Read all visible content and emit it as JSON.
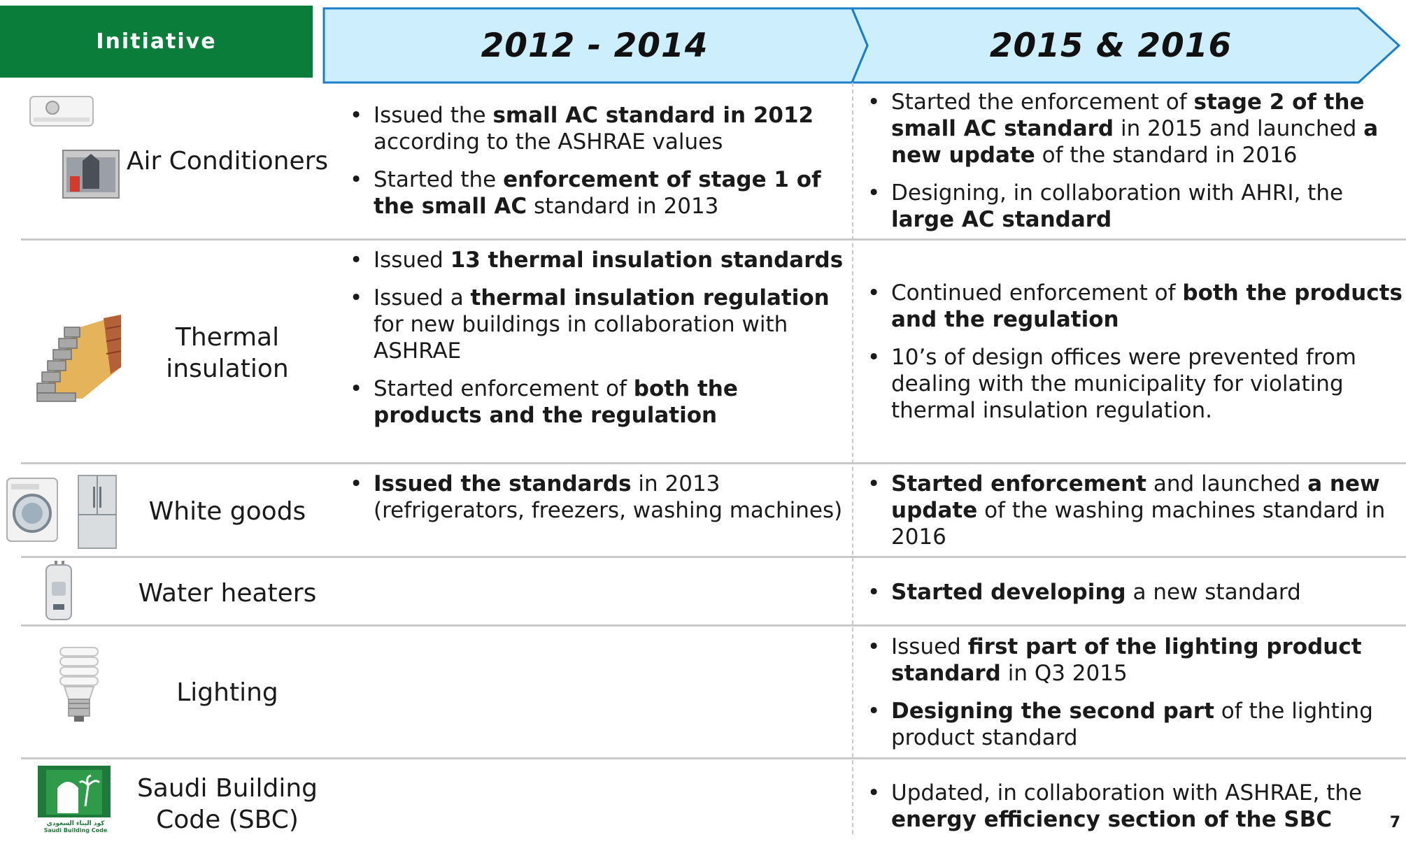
{
  "header": {
    "initiative": "Initiative",
    "period1": "2012 - 2014",
    "period2": "2015 & 2016"
  },
  "rows": [
    {
      "label": "Air Conditioners",
      "col1": [
        [
          {
            "t": "Issued the "
          },
          {
            "t": "small AC standard in 2012",
            "b": true
          },
          {
            "t": " according to the ASHRAE values"
          }
        ],
        [
          {
            "t": "Started the "
          },
          {
            "t": "enforcement of stage 1 of the small AC",
            "b": true
          },
          {
            "t": " standard in 2013"
          }
        ]
      ],
      "col2": [
        [
          {
            "t": "Started the enforcement of "
          },
          {
            "t": "stage 2 of the small AC standard",
            "b": true
          },
          {
            "t": " in 2015 and launched "
          },
          {
            "t": "a new update",
            "b": true
          },
          {
            "t": " of the standard in 2016"
          }
        ],
        [
          {
            "t": "Designing, in collaboration with AHRI, the "
          },
          {
            "t": "large AC standard",
            "b": true
          }
        ]
      ]
    },
    {
      "label": "Thermal insulation",
      "col1": [
        [
          {
            "t": "Issued "
          },
          {
            "t": "13 thermal insulation standards",
            "b": true
          }
        ],
        [
          {
            "t": "Issued a "
          },
          {
            "t": "thermal insulation regulation",
            "b": true
          },
          {
            "t": " for new buildings in collaboration with ASHRAE"
          }
        ],
        [
          {
            "t": "Started enforcement of "
          },
          {
            "t": "both the products and the regulation",
            "b": true
          }
        ]
      ],
      "col2": [
        [
          {
            "t": "Continued enforcement of "
          },
          {
            "t": "both the products and the regulation",
            "b": true
          }
        ],
        [
          {
            "t": "10’s of design offices were prevented from dealing with the municipality for violating thermal insulation regulation."
          }
        ]
      ]
    },
    {
      "label": "White goods",
      "col1": [
        [
          {
            "t": "Issued the standards",
            "b": true
          },
          {
            "t": " in 2013 (refrigerators, freezers, washing machines)"
          }
        ]
      ],
      "col2": [
        [
          {
            "t": "Started enforcement",
            "b": true
          },
          {
            "t": " and launched "
          },
          {
            "t": "a new update",
            "b": true
          },
          {
            "t": " of the washing machines standard in 2016"
          }
        ]
      ]
    },
    {
      "label": "Water heaters",
      "col1": [],
      "col2": [
        [
          {
            "t": "Started developing",
            "b": true
          },
          {
            "t": " a new standard"
          }
        ]
      ]
    },
    {
      "label": "Lighting",
      "col1": [],
      "col2": [
        [
          {
            "t": "Issued "
          },
          {
            "t": "first part of the lighting product standard",
            "b": true
          },
          {
            "t": " in Q3 2015"
          }
        ],
        [
          {
            "t": "Designing the second part",
            "b": true
          },
          {
            "t": " of the lighting product standard"
          }
        ]
      ]
    },
    {
      "label": "Saudi Building Code (SBC)",
      "col1": [],
      "col2": [
        [
          {
            "t": "Updated, in collaboration with ASHRAE, the "
          },
          {
            "t": "energy efficiency section of the SBC",
            "b": true
          }
        ]
      ]
    }
  ],
  "sbc_logo_text": "كود البناء السعودي Saudi Building Code",
  "page_number": "7",
  "colors": {
    "header_green": "#0a7d3a",
    "chevron_fill": "#cdeefc",
    "chevron_stroke": "#1a7fc7"
  }
}
